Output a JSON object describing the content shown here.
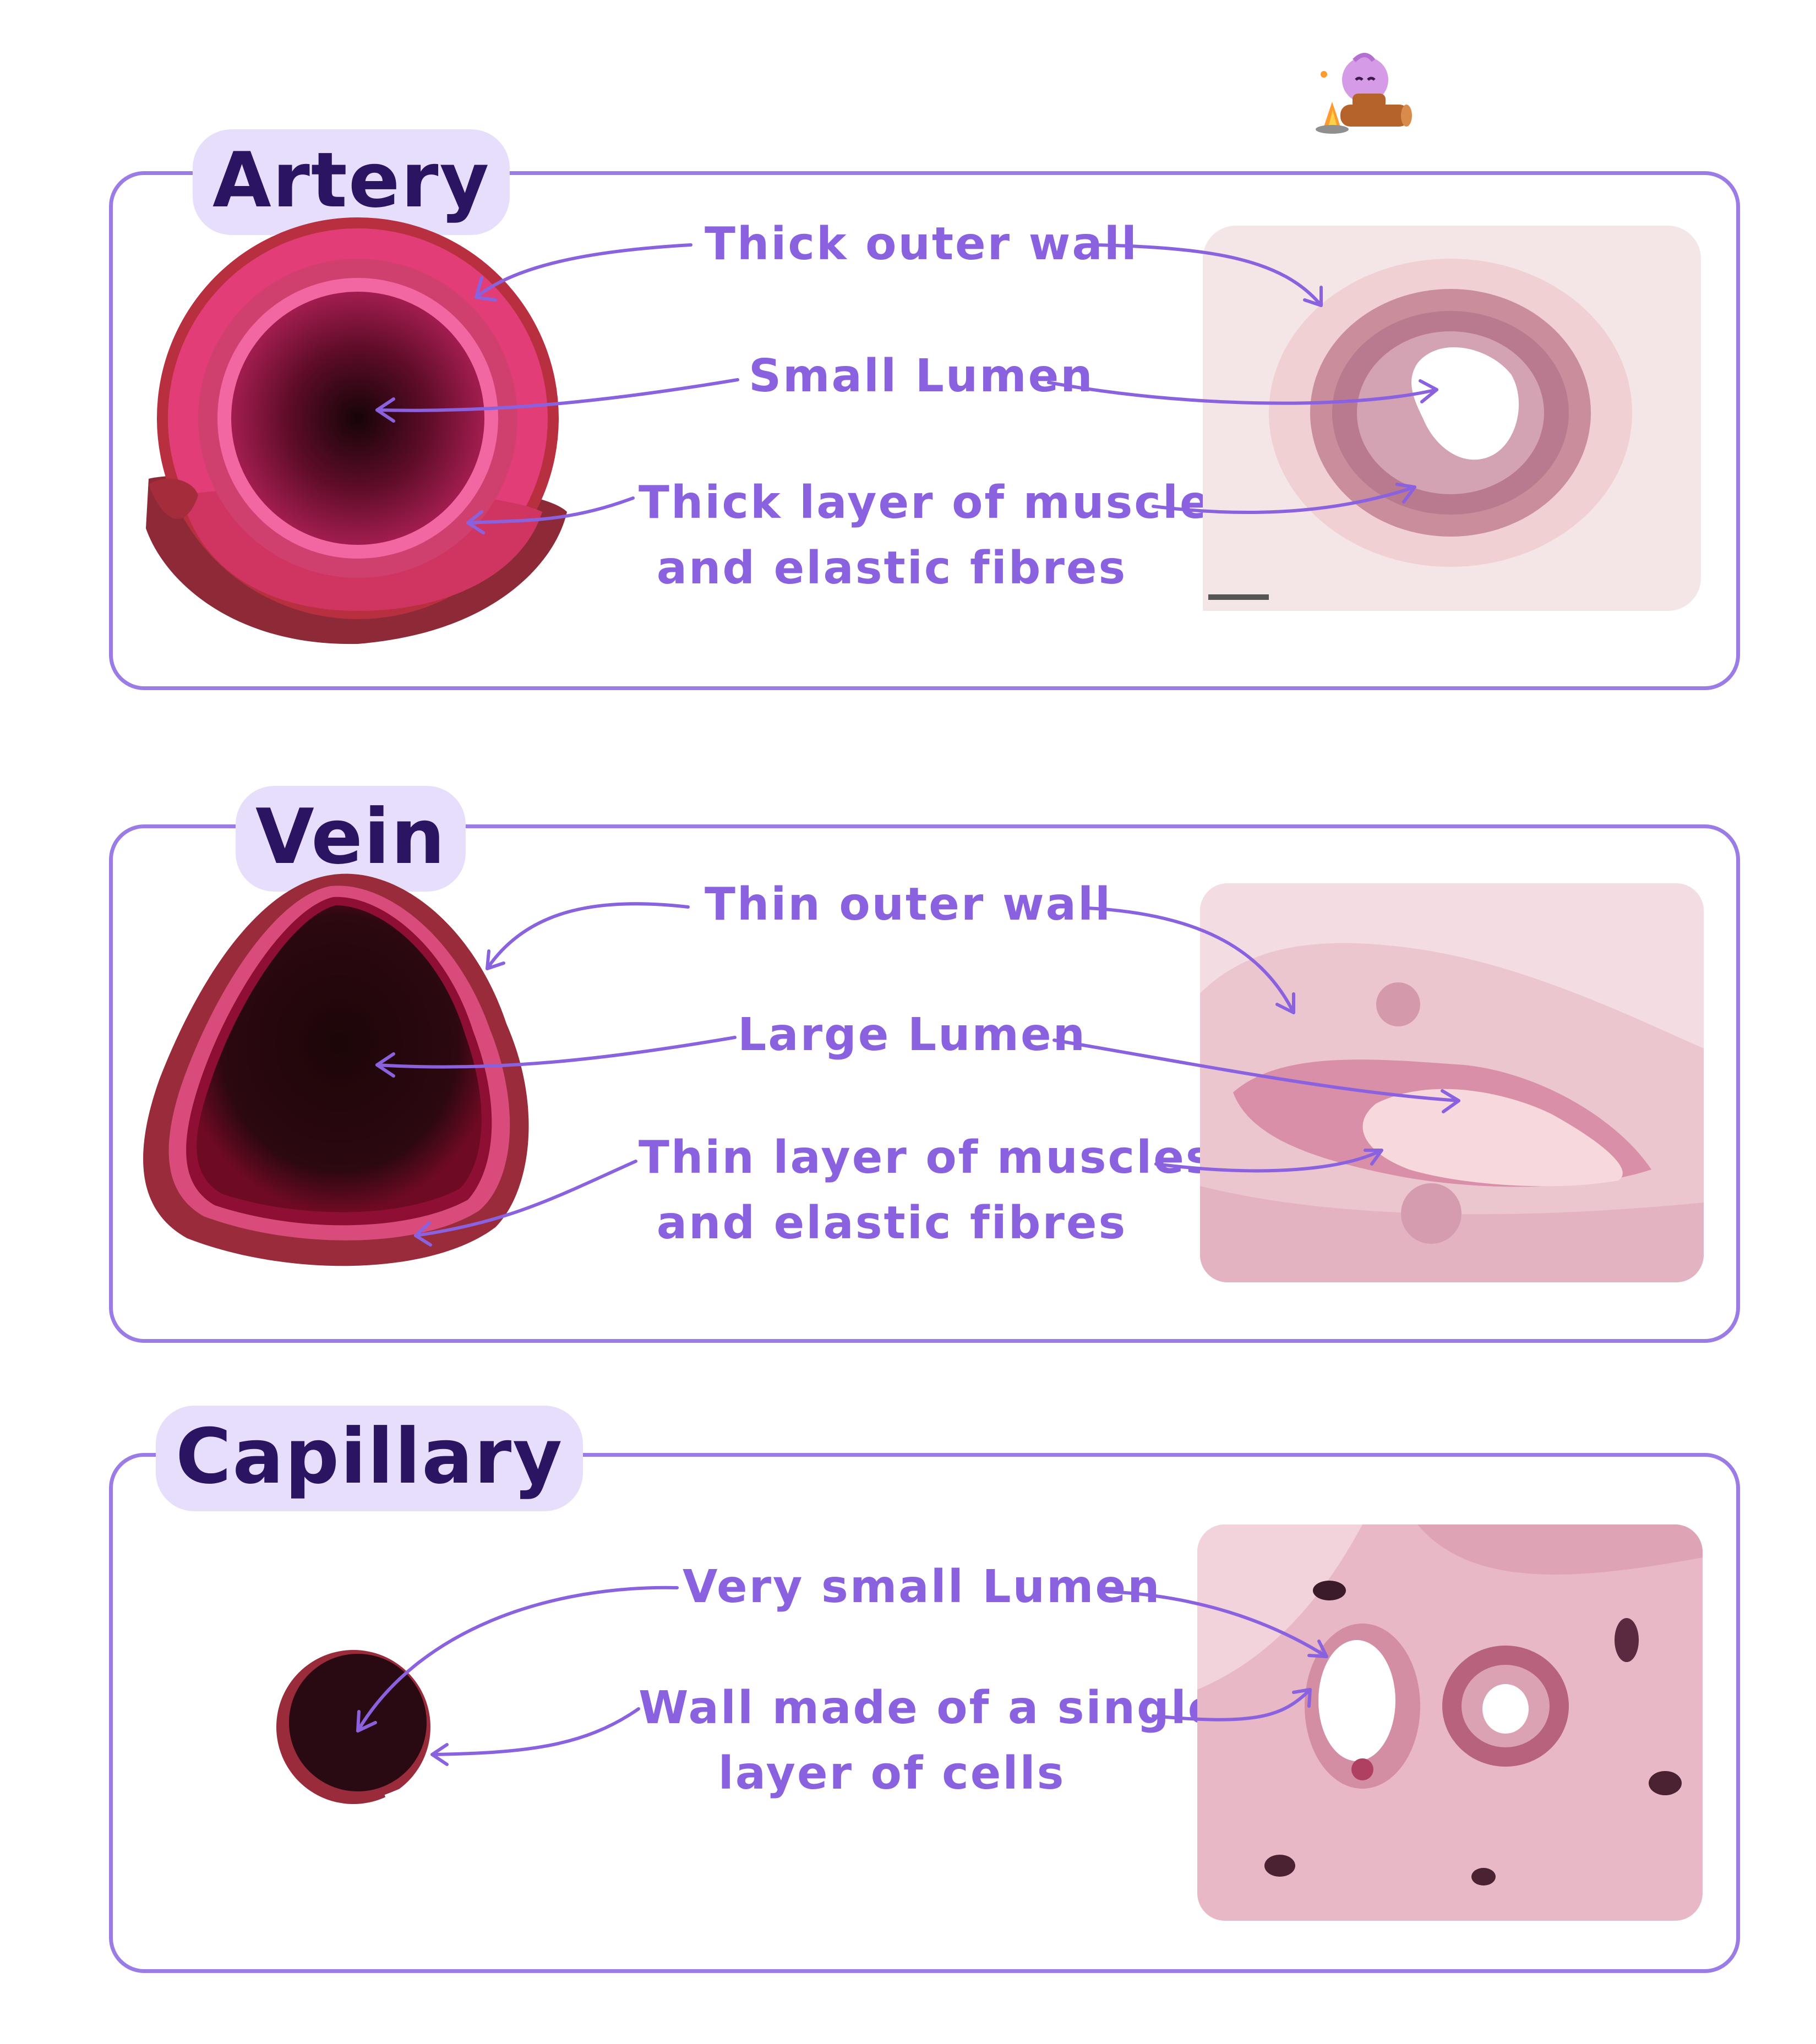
{
  "sections": [
    {
      "title": "Artery",
      "labels": {
        "outer_wall": "Thick outer wall",
        "lumen": "Small Lumen",
        "muscle_line1": "Thick layer of muscles",
        "muscle_line2": "and elastic fibres"
      }
    },
    {
      "title": "Vein",
      "labels": {
        "outer_wall": "Thin outer wall",
        "lumen": "Large Lumen",
        "muscle_line1": "Thin layer of muscles",
        "muscle_line2": "and elastic fibres"
      }
    },
    {
      "title": "Capillary",
      "labels": {
        "lumen": "Very small Lumen",
        "wall_line1": "Wall made of a single",
        "wall_line2": "layer of cells"
      }
    }
  ],
  "colors": {
    "accent": "#9b7ce6",
    "label_text": "#8a62e0",
    "title_text": "#2b1462",
    "title_bg": "#e6defb"
  },
  "icons": {
    "mascot": "mascot-icon"
  }
}
